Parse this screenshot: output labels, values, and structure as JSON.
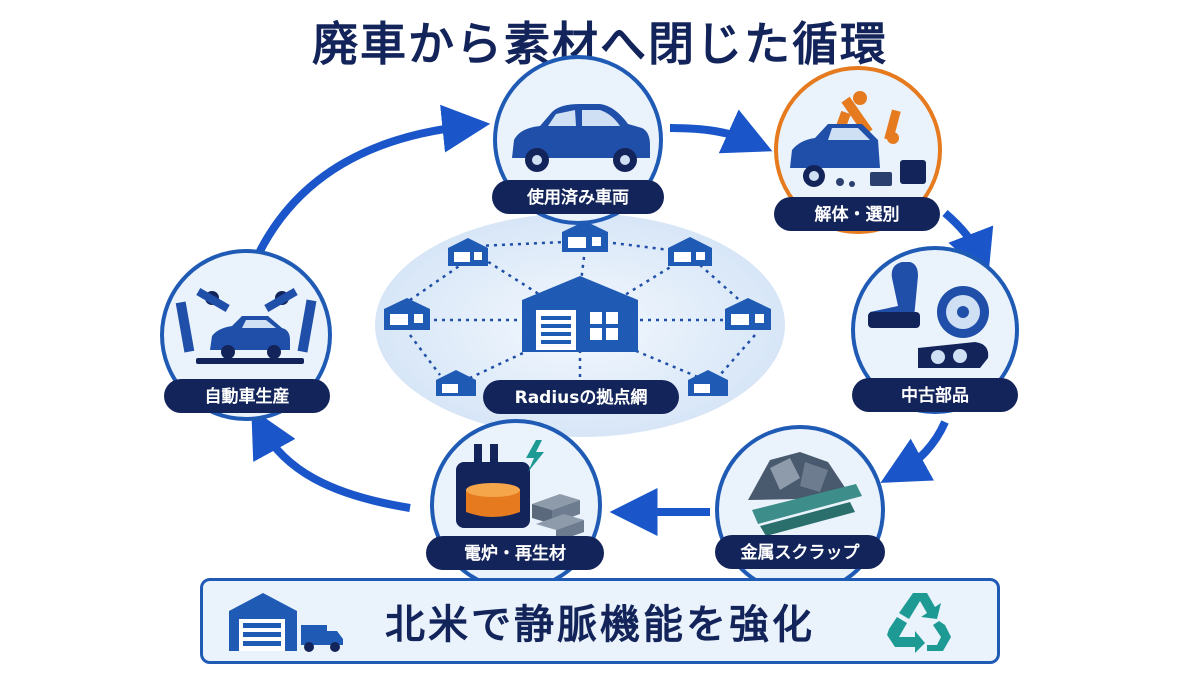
{
  "title": "廃車から素材へ閉じた循環",
  "nodes": {
    "used_vehicle": "使用済み車両",
    "dismantling": "解体・選別",
    "used_parts": "中古部品",
    "metal_scrap": "金属スクラップ",
    "eaf": "電炉・再生材",
    "auto_production": "自動車生産"
  },
  "hub": {
    "label": "Radiusの拠点網"
  },
  "banner": {
    "text": "北米で静脈機能を強化"
  },
  "icons": [
    "car-icon",
    "robot-arm-icon",
    "car-seat-icon",
    "wheel-icon",
    "headlight-icon",
    "scrap-pile-icon",
    "furnace-icon",
    "lightning-icon",
    "steel-ingot-icon",
    "assembly-line-icon",
    "warehouse-icon",
    "truck-icon",
    "recycle-icon"
  ],
  "colors": {
    "navy": "#13245a",
    "blue": "#1f5bb5",
    "arrow": "#1a56c9",
    "orange": "#e57a1f",
    "teal": "#1e9a95",
    "hub_fill": "#e3eefa"
  }
}
